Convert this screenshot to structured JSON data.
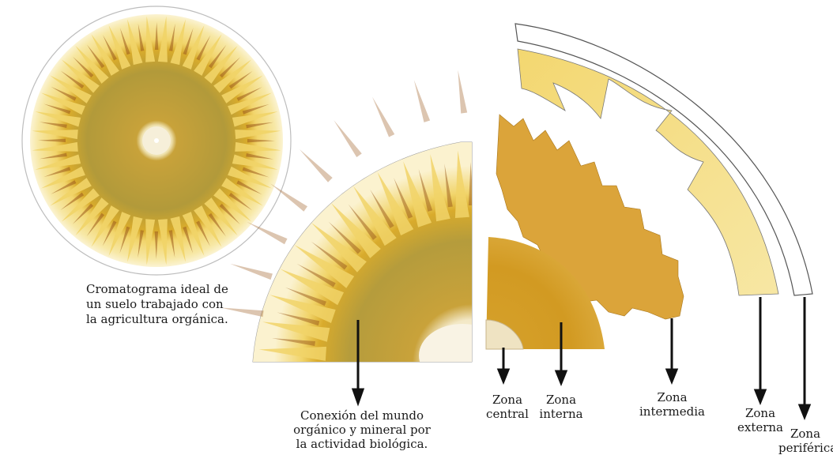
{
  "caption": "Cromatograma ideal de\nun suelo  trabajado con\nla agricultura orgánica.",
  "callouts": {
    "connection": "Conexión del mundo\norgánico y mineral por\nla actividad biológica.",
    "central": "Zona\ncentral",
    "interna": "Zona\ninterna",
    "intermedia": "Zona\nintermedia",
    "externa": "Zona\nexterna",
    "periferica": "Zona\nperiférica"
  },
  "colors": {
    "ochre": "#c9961f",
    "olive": "#a4902f",
    "yellow": "#f1d468",
    "pale_yellow": "#f8ecb4",
    "brown_streak": "#9a5a1c",
    "center_cream": "#f5efdd",
    "paper_white": "#ffffff",
    "outline": "#555555",
    "arrow": "#111111"
  }
}
